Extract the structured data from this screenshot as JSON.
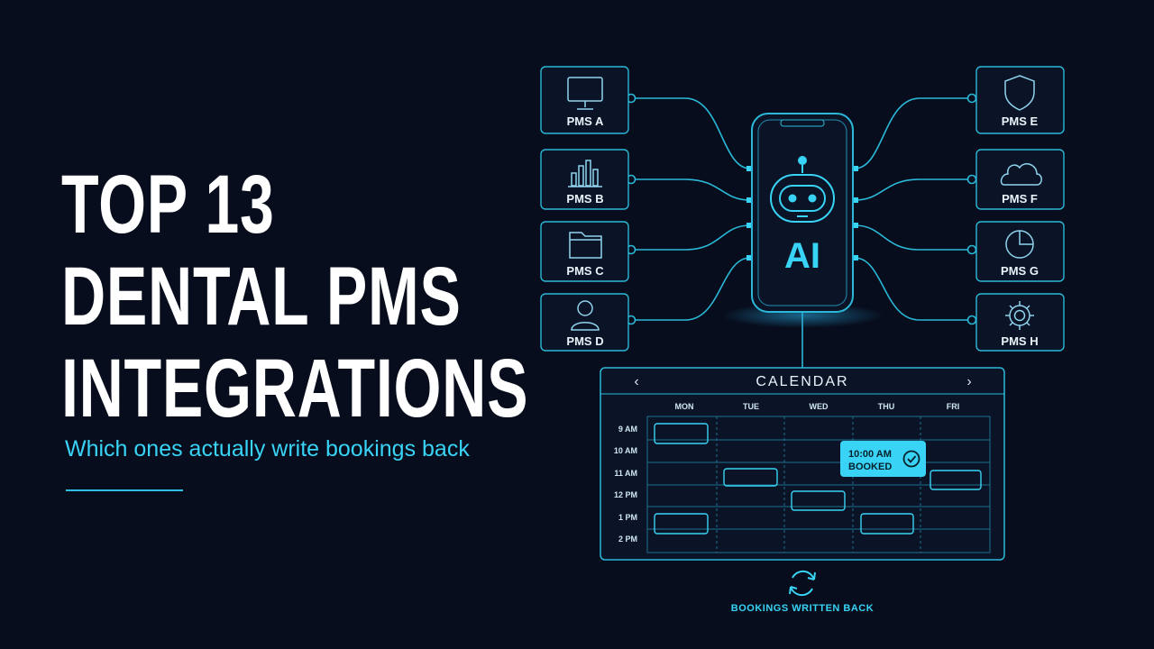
{
  "headline": {
    "line1": "TOP 13",
    "line2": "DENTAL PMS",
    "line3": "INTEGRATIONS"
  },
  "subtitle": "Which ones actually write bookings back",
  "ai_label": "AI",
  "pms_left": [
    "PMS A",
    "PMS B",
    "PMS C",
    "PMS D"
  ],
  "pms_right": [
    "PMS E",
    "PMS F",
    "PMS G",
    "PMS H"
  ],
  "calendar": {
    "title": "CALENDAR",
    "prev": "‹",
    "next": "›",
    "days": [
      "MON",
      "TUE",
      "WED",
      "THU",
      "FRI"
    ],
    "times": [
      "9 AM",
      "10 AM",
      "11 AM",
      "12 PM",
      "1 PM",
      "2 PM"
    ],
    "booked_time": "10:00 AM",
    "booked_status": "BOOKED"
  },
  "footer": "BOOKINGS WRITTEN BACK",
  "colors": {
    "background": "#070d1c",
    "accent": "#38d3f5",
    "line": "#2bb8d8"
  }
}
